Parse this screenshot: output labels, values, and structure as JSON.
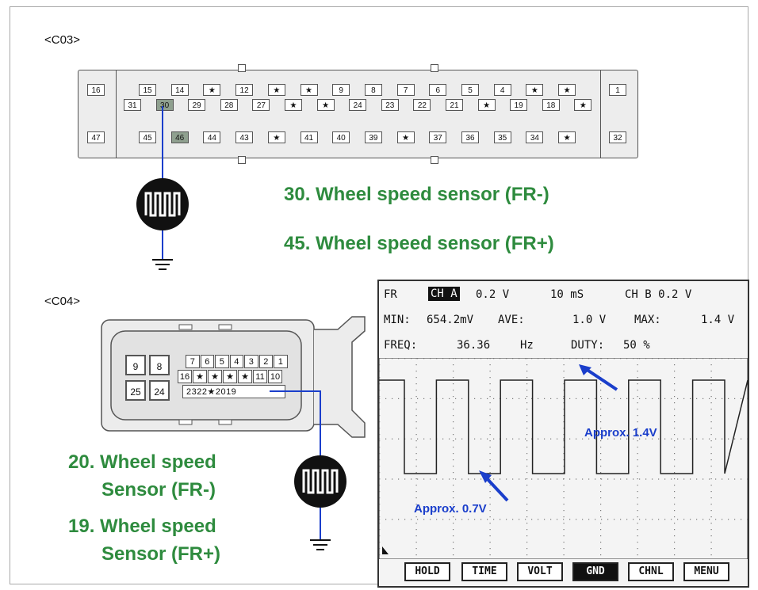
{
  "c03": {
    "label": "<C03>",
    "top_pins": [
      "15",
      "14",
      "★",
      "12",
      "★",
      "★",
      "9",
      "8",
      "7",
      "6",
      "5",
      "4",
      "★",
      "★"
    ],
    "mid_pins": [
      "31",
      "30",
      "29",
      "28",
      "27",
      "★",
      "★",
      "24",
      "23",
      "22",
      "21",
      "★",
      "19",
      "18",
      "★"
    ],
    "bottom_pins": [
      "45",
      "46",
      "44",
      "43",
      "★",
      "41",
      "40",
      "39",
      "★",
      "37",
      "36",
      "35",
      "34",
      "★"
    ],
    "left_top": "16",
    "left_bottom": "47",
    "right_top": "1",
    "right_bottom": "32",
    "desc_1": "30. Wheel speed sensor (FR-)",
    "desc_2": "45. Wheel speed sensor (FR+)"
  },
  "c04": {
    "label": "<C04>",
    "big_pins": [
      "9",
      "8",
      "25",
      "24"
    ],
    "row1": [
      "7",
      "6",
      "5",
      "4",
      "3",
      "2",
      "1"
    ],
    "row2": [
      "16",
      "★",
      "★",
      "★",
      "★",
      "11",
      "10"
    ],
    "row3": "2322★2019",
    "desc_1a": "20. Wheel speed",
    "desc_1b": "Sensor (FR-)",
    "desc_2a": "19. Wheel speed",
    "desc_2b": "Sensor (FR+)"
  },
  "scope": {
    "ch_label": "FR",
    "ch_a": "CH A",
    "ch_a_val": "0.2 V",
    "time_div": "10 mS",
    "ch_b": "CH B 0.2 V",
    "min_label": "MIN:",
    "min_val": "654.2mV",
    "ave_label": "AVE:",
    "ave_val": "1.0 V",
    "max_label": "MAX:",
    "max_val": "1.4 V",
    "freq_label": "FREQ:",
    "freq_val": "36.36",
    "freq_unit": "Hz",
    "duty_label": "DUTY:",
    "duty_val": "50 %",
    "ann_high": "Approx. 1.4V",
    "ann_low": "Approx. 0.7V",
    "buttons": [
      "HOLD",
      "TIME",
      "VOLT",
      "GND",
      "CHNL",
      "MENU"
    ],
    "active_button": "GND",
    "colors": {
      "annotation": "#1a3ecb",
      "wire": "#1a3ecb",
      "desc": "#2e8b3e"
    }
  }
}
